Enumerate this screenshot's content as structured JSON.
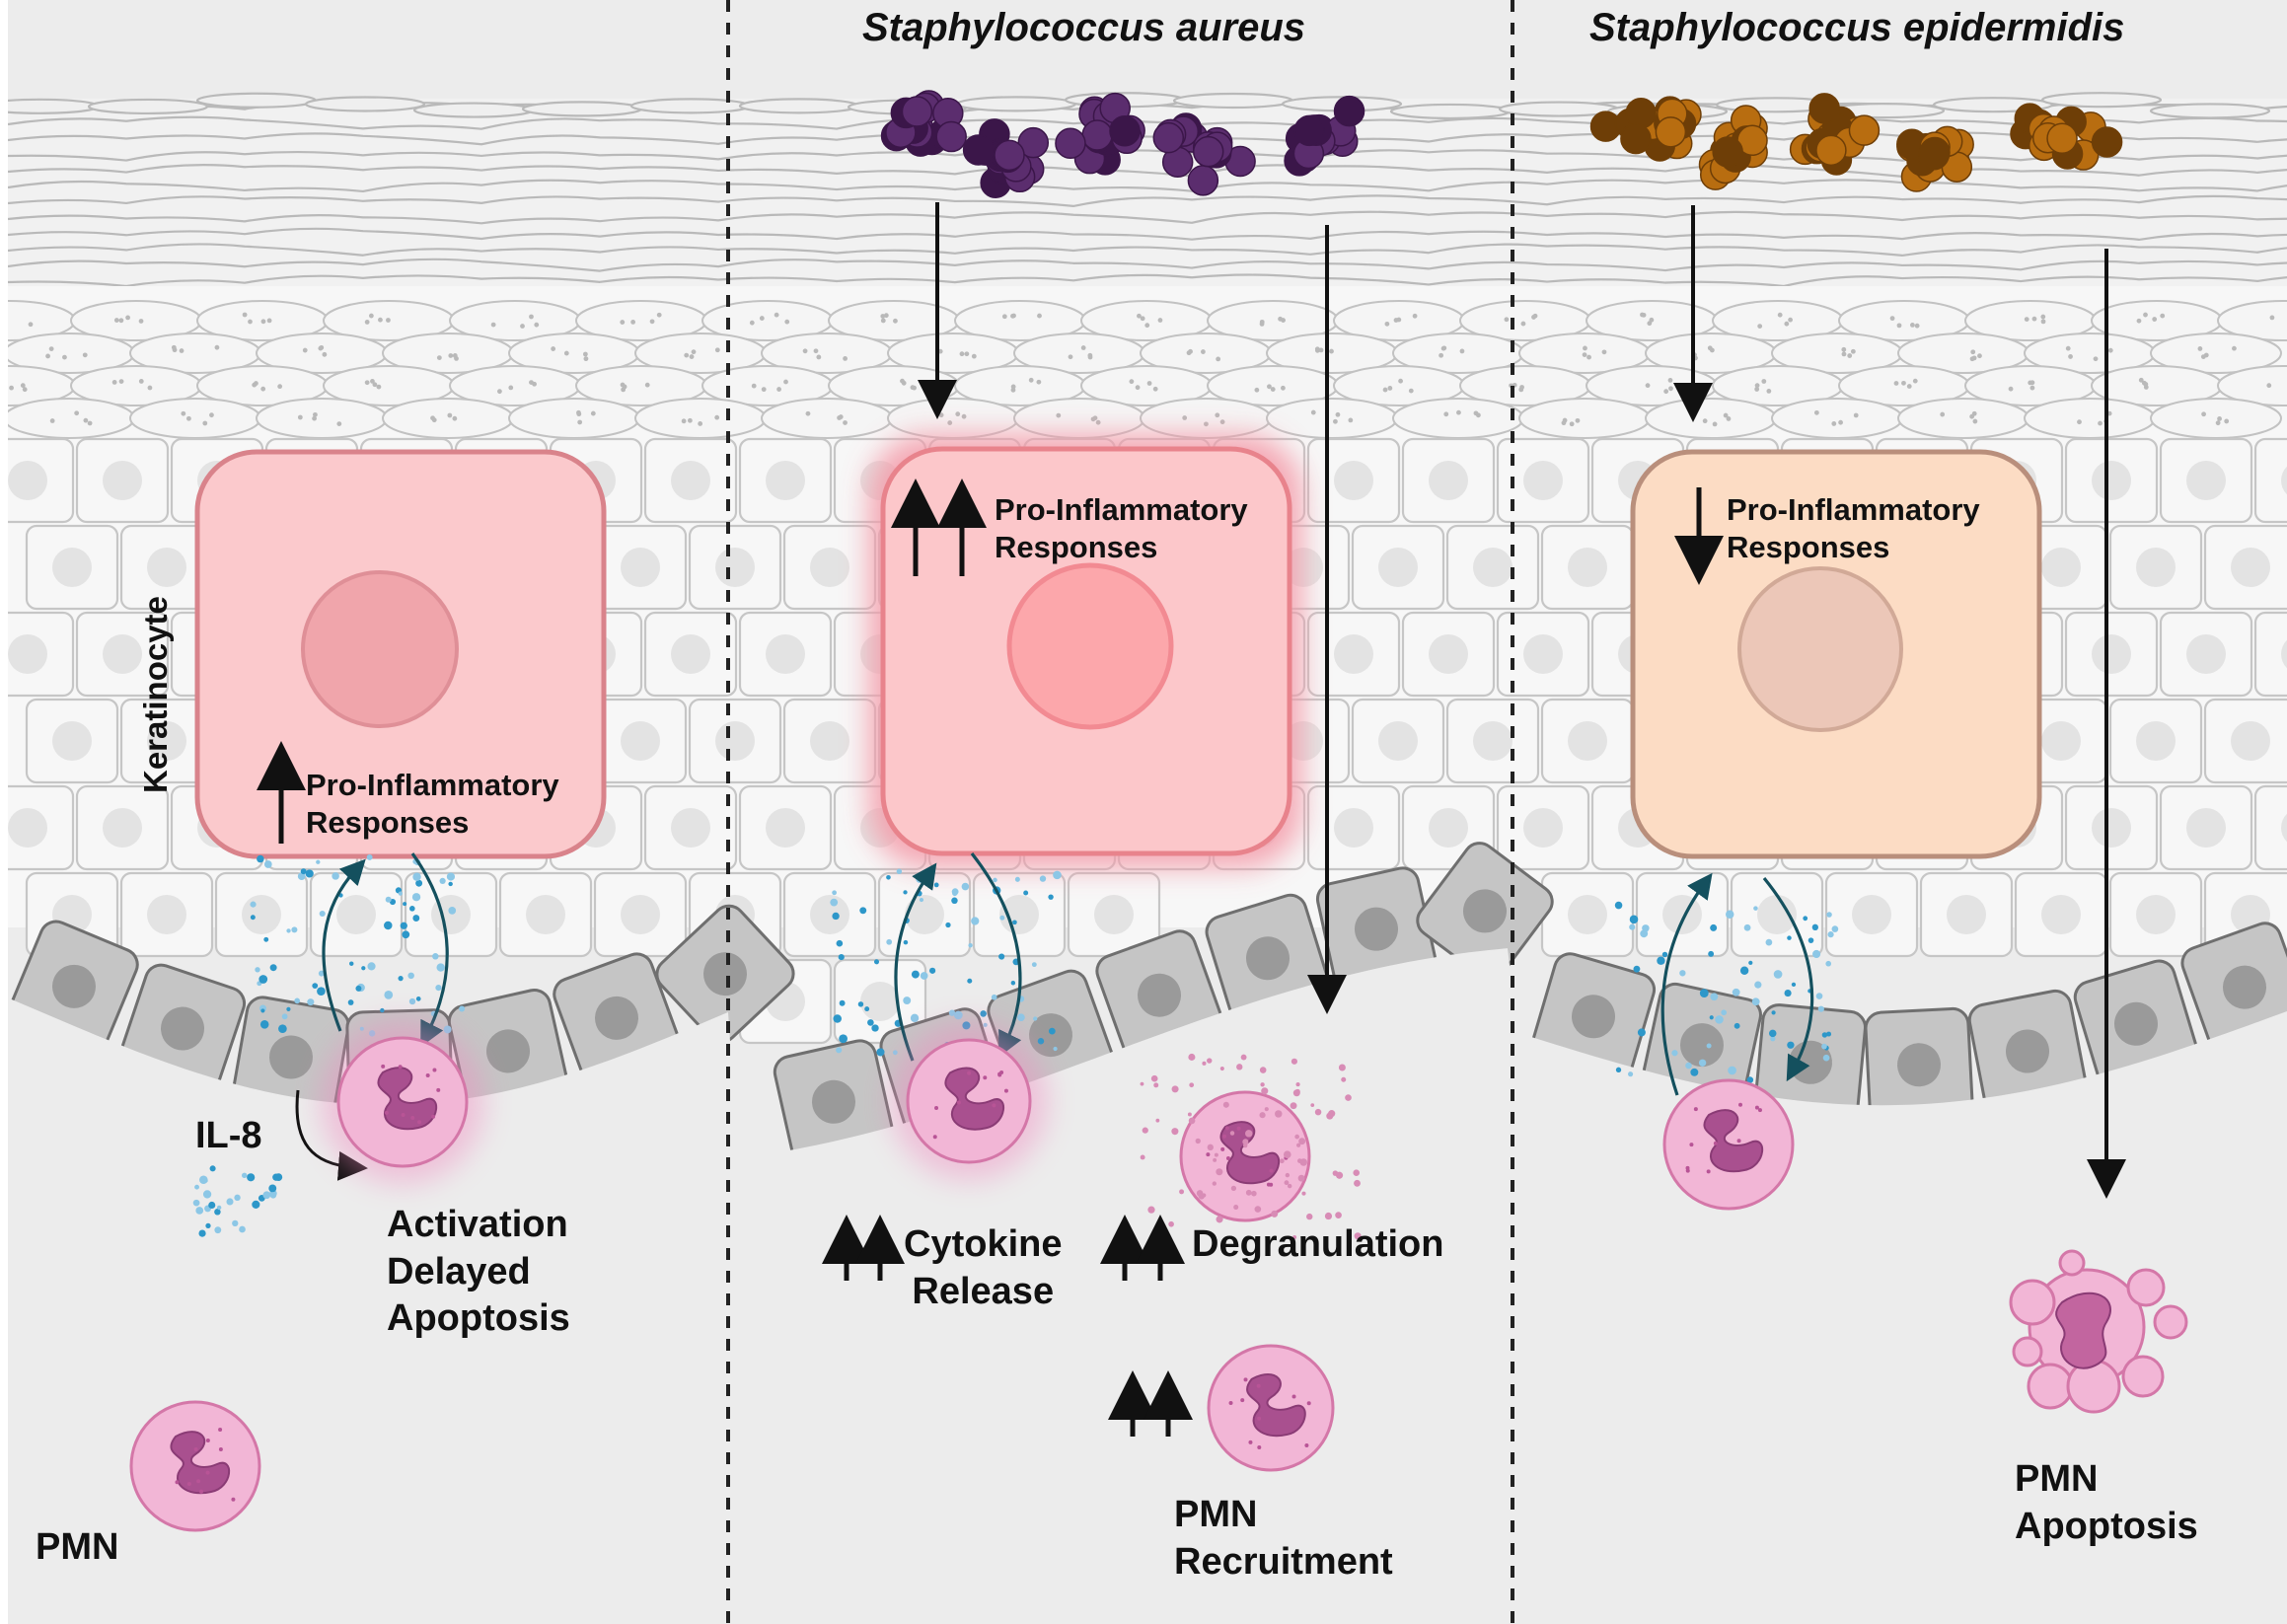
{
  "panels": {
    "aureus": {
      "title": "Staphylococcus aureus"
    },
    "epidermidis": {
      "title": "Staphylococcus epidermidis"
    }
  },
  "labels": {
    "keratinocyte": "Keratinocyte",
    "il8": "IL-8",
    "pmn": "PMN",
    "pro1": [
      "Pro-Inflammatory",
      "Responses"
    ],
    "pro2": [
      "Pro-Inflammatory",
      "Responses"
    ],
    "pro3": [
      "Pro-Inflammatory",
      "Responses"
    ],
    "activation": [
      "Activation",
      "Delayed",
      "Apoptosis"
    ],
    "cytokine": [
      "Cytokine",
      "Release"
    ],
    "degranulation": "Degranulation",
    "recruitment": [
      "PMN",
      "Recruitment"
    ],
    "apoptosis": [
      "PMN",
      "Apoptosis"
    ]
  },
  "colors": {
    "aureus_coccus": "#5b2d6e",
    "epidermidis_coccus": "#b86d10",
    "keratinocyte_inflamed": "#fbc9cc",
    "keratinocyte_calm": "#fcdcc4",
    "neutrophil": "#f2b6d6",
    "cytokine_dots": "#2d97c9"
  }
}
